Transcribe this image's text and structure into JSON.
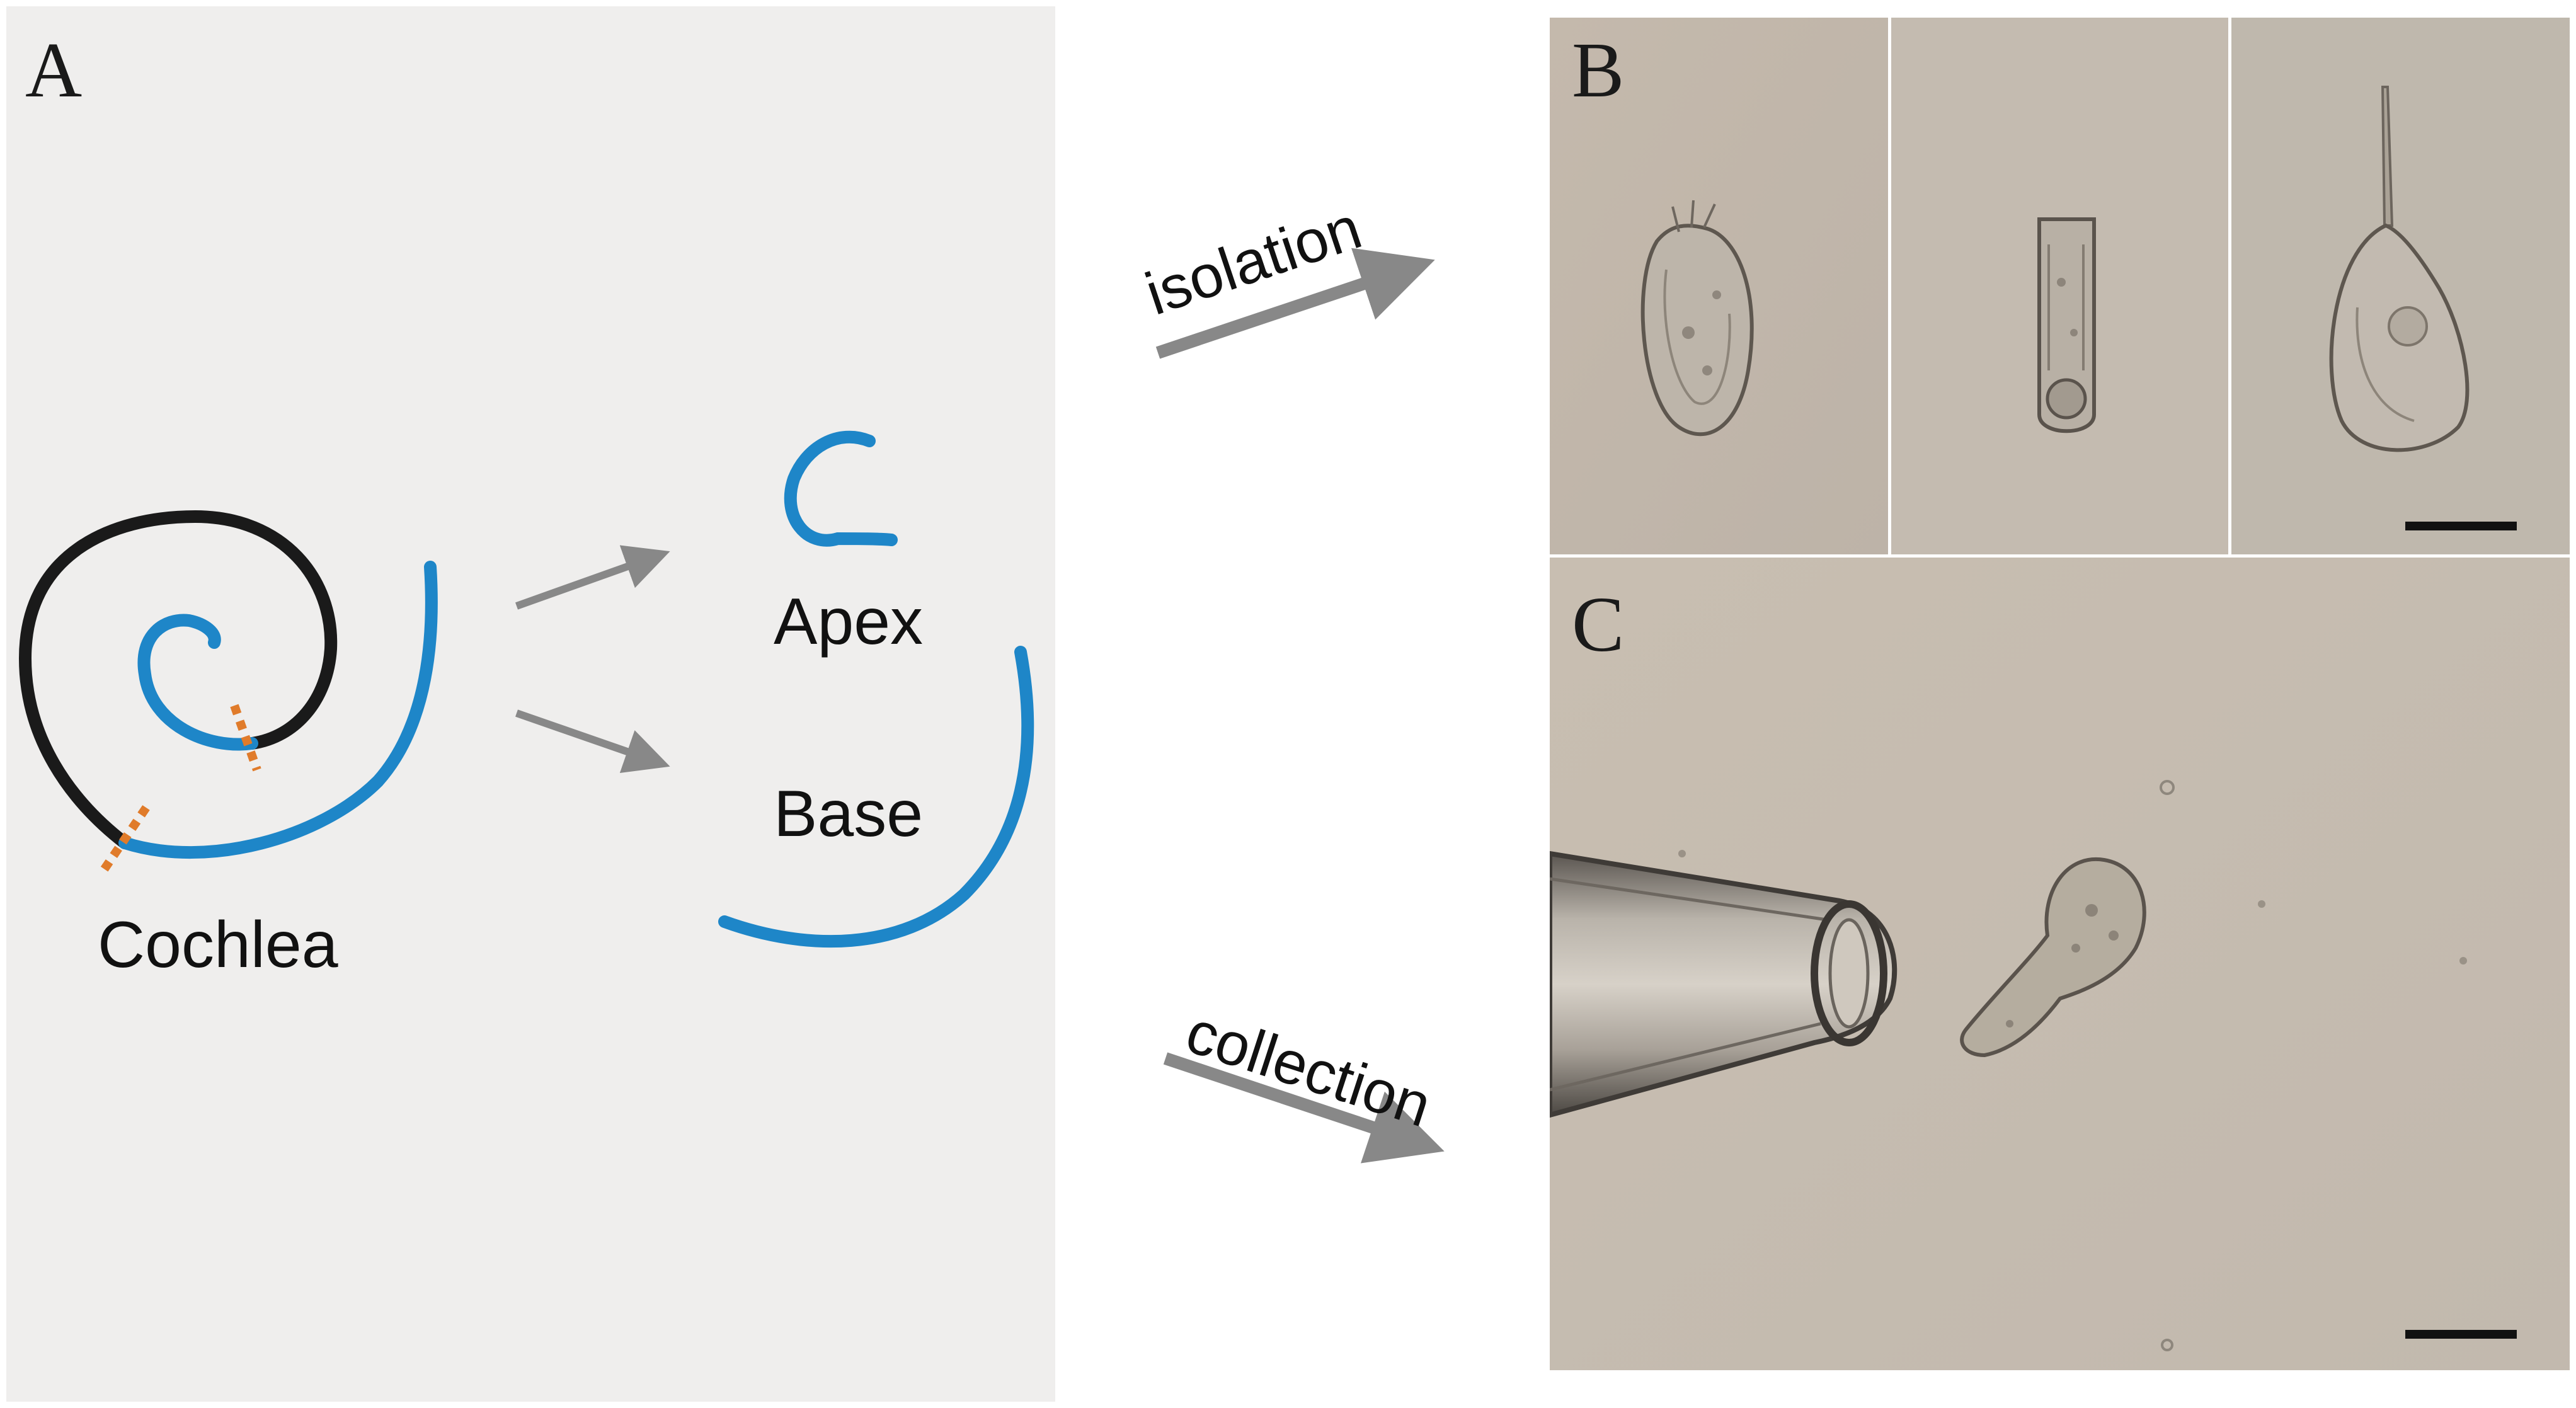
{
  "panels": {
    "a_letter": "A",
    "b_letter": "B",
    "c_letter": "C"
  },
  "labels": {
    "cochlea": "Cochlea",
    "apex": "Apex",
    "base": "Base"
  },
  "arrows": {
    "isolation": "isolation",
    "collection": "collection"
  },
  "colors": {
    "spiral_dark": "#1a1a1a",
    "cochlea_blue": "#1e86c8",
    "cut_orange": "#e07b2a",
    "arrow_gray": "#8a8a8a",
    "micro_bg": "#c9c0b4"
  }
}
